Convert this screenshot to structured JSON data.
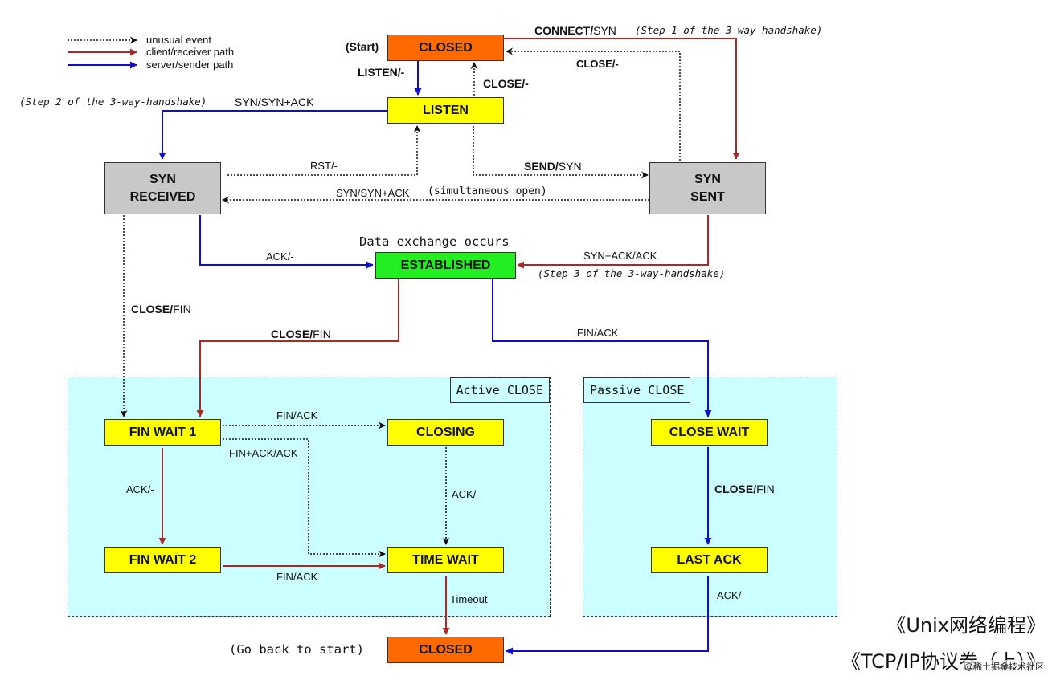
{
  "legend": {
    "unusual": "unusual event",
    "client": "client/receiver path",
    "server": "server/sender path"
  },
  "colors": {
    "closed": "#ff6a00",
    "state": "#ffff00",
    "syn": "#c8c8c8",
    "established": "#22ee22",
    "region": "#ccffff",
    "client_path": "#a52a2a",
    "server_path": "#1010cc",
    "unusual_path": "#111111"
  },
  "states": {
    "closed_top": "CLOSED",
    "listen": "LISTEN",
    "syn_received": "SYN\nRECEIVED",
    "syn_sent": "SYN\nSENT",
    "established": "ESTABLISHED",
    "fin_wait_1": "FIN WAIT 1",
    "fin_wait_2": "FIN WAIT 2",
    "closing": "CLOSING",
    "time_wait": "TIME WAIT",
    "close_wait": "CLOSE WAIT",
    "last_ack": "LAST ACK",
    "closed_bottom": "CLOSED"
  },
  "regions": {
    "active": "Active CLOSE",
    "passive": "Passive CLOSE"
  },
  "labels": {
    "start": "(Start)",
    "listen_trans": "LISTEN/-",
    "close_listen": "CLOSE/-",
    "connect_bold": "CONNECT/",
    "connect_rest": "SYN",
    "step1": "(Step 1 of the 3-way-handshake)",
    "close_synsent": "CLOSE/-",
    "step2": "(Step 2 of the 3-way-handshake)",
    "syn_synack": "SYN/SYN+ACK",
    "rst": "RST/-",
    "send_bold": "SEND/",
    "send_rest": "SYN",
    "simul_a": "SYN/SYN+ACK",
    "simul_b": "(simultaneous open)",
    "data_exchange": "Data exchange occurs",
    "ack_est": "ACK/-",
    "synack_ack": "SYN+ACK/ACK",
    "step3": "(Step 3 of the 3-way-handshake)",
    "close_fin_left_bold": "CLOSE/",
    "close_fin_left_rest": "FIN",
    "close_fin_mid_bold": "CLOSE/",
    "close_fin_mid_rest": "FIN",
    "fin_ack_passive": "FIN/ACK",
    "fin_ack_closing": "FIN/ACK",
    "finack_ack": "FIN+ACK/ACK",
    "ack_fw2": "ACK/-",
    "ack_closing": "ACK/-",
    "fin_ack_fw2": "FIN/ACK",
    "timeout": "Timeout",
    "close_fin_cw_bold": "CLOSE/",
    "close_fin_cw_rest": "FIN",
    "ack_lastack": "ACK/-",
    "go_back": "(Go back to start)"
  },
  "books": {
    "book1": "《Unix网络编程》",
    "book2": "《TCP/IP协议卷（上）》"
  },
  "watermark": "@稀土掘金技术社区"
}
